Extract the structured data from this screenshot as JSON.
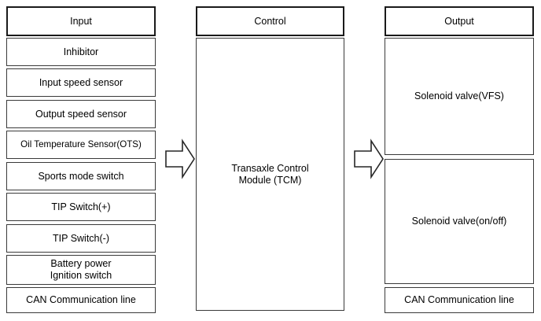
{
  "diagram": {
    "columns": [
      {
        "id": "input",
        "title": "Input",
        "nodes": [
          {
            "label": "Inhibitor"
          },
          {
            "label": "Input speed sensor"
          },
          {
            "label": "Output speed sensor"
          },
          {
            "label": "Oil Temperature Sensor(OTS)"
          },
          {
            "label": "Sports mode switch"
          },
          {
            "label": "TIP Switch(+)"
          },
          {
            "label": "TIP Switch(-)"
          },
          {
            "label_line1": "Battery power",
            "label_line2": "Ignition switch"
          },
          {
            "label": "CAN Communication line"
          }
        ]
      },
      {
        "id": "control",
        "title": "Control",
        "nodes": [
          {
            "label_line1": "Transaxle Control",
            "label_line2": "Module (TCM)"
          }
        ]
      },
      {
        "id": "output",
        "title": "Output",
        "nodes": [
          {
            "label": "Solenoid valve(VFS)"
          },
          {
            "label": "Solenoid valve(on/off)"
          },
          {
            "label": "CAN Communication line"
          }
        ]
      }
    ],
    "arrows": [
      {
        "id": "input-to-control",
        "direction": "right"
      },
      {
        "id": "control-to-output",
        "direction": "right"
      }
    ],
    "colors": {
      "background": "#ffffff",
      "text": "#000000",
      "title_border": "#1a1a1a",
      "node_border": "#3a3a3a",
      "arrow_stroke": "#262626"
    }
  }
}
